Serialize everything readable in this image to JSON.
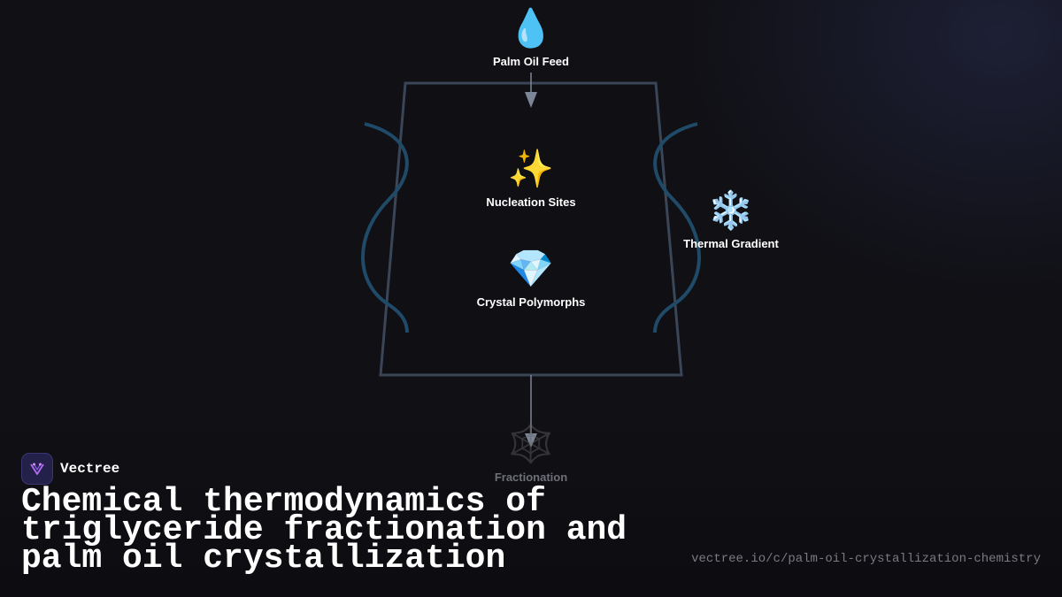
{
  "diagram": {
    "nodes": {
      "feed": {
        "icon": "droplet-icon",
        "emoji": "💧",
        "label": "Palm Oil Feed"
      },
      "nucleation": {
        "icon": "sparkles-icon",
        "emoji": "✨",
        "label": "Nucleation Sites"
      },
      "polymorphs": {
        "icon": "gem-icon",
        "emoji": "💎",
        "label": "Crystal Polymorphs"
      },
      "thermal": {
        "icon": "snowflake-icon",
        "emoji": "❄️",
        "label": "Thermal Gradient"
      },
      "fractionation": {
        "icon": "web-icon",
        "emoji": "🕸️",
        "label": "Fractionation"
      }
    },
    "colors": {
      "vessel_outline": "#3a4658",
      "wave_stroke": "#1f4a68",
      "arrow": "#7d8696"
    }
  },
  "brand": {
    "name": "Vectree",
    "logo_icon": "vectree-logo-icon",
    "logo_color": "#23204a"
  },
  "title": "Chemical thermodynamics of triglyceride fractionation and palm oil crystallization",
  "url": "vectree.io/c/palm-oil-crystallization-chemistry"
}
